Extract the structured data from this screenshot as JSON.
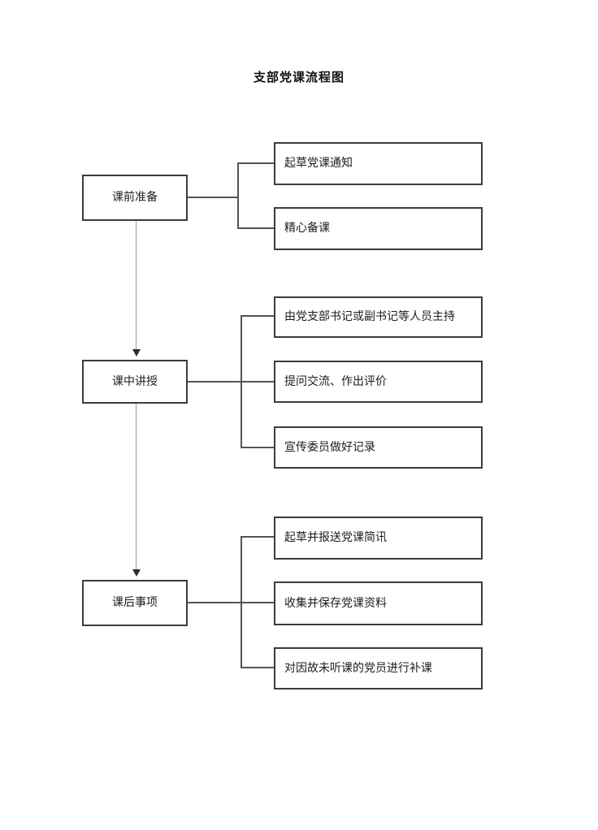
{
  "title": "支部党课流程图",
  "diagram_type": "flowchart",
  "stages": [
    {
      "id": "stage-pre-class",
      "label": "课前准备",
      "details": [
        {
          "id": "detail-draft-notice",
          "label": "起草党课通知"
        },
        {
          "id": "detail-prepare-lesson",
          "label": "精心备课"
        }
      ]
    },
    {
      "id": "stage-in-class",
      "label": "课中讲授",
      "details": [
        {
          "id": "detail-host-by-secretary",
          "label": "由党支部书记或副书记等人员主持"
        },
        {
          "id": "detail-qa-evaluate",
          "label": "提问交流、作出评价"
        },
        {
          "id": "detail-publicity-record",
          "label": "宣传委员做好记录"
        }
      ]
    },
    {
      "id": "stage-post-class",
      "label": "课后事项",
      "details": [
        {
          "id": "detail-submit-briefing",
          "label": "起草并报送党课简讯"
        },
        {
          "id": "detail-archive-material",
          "label": "收集并保存党课资料"
        },
        {
          "id": "detail-makeup-class",
          "label": "对因故未听课的党员进行补课"
        }
      ]
    }
  ],
  "colors": {
    "page_background": "#ffffff",
    "box_border": "#3c3c3c",
    "connector": "#555555",
    "flow_arrow": "#9a9a9a",
    "text": "#1c1c1c"
  }
}
